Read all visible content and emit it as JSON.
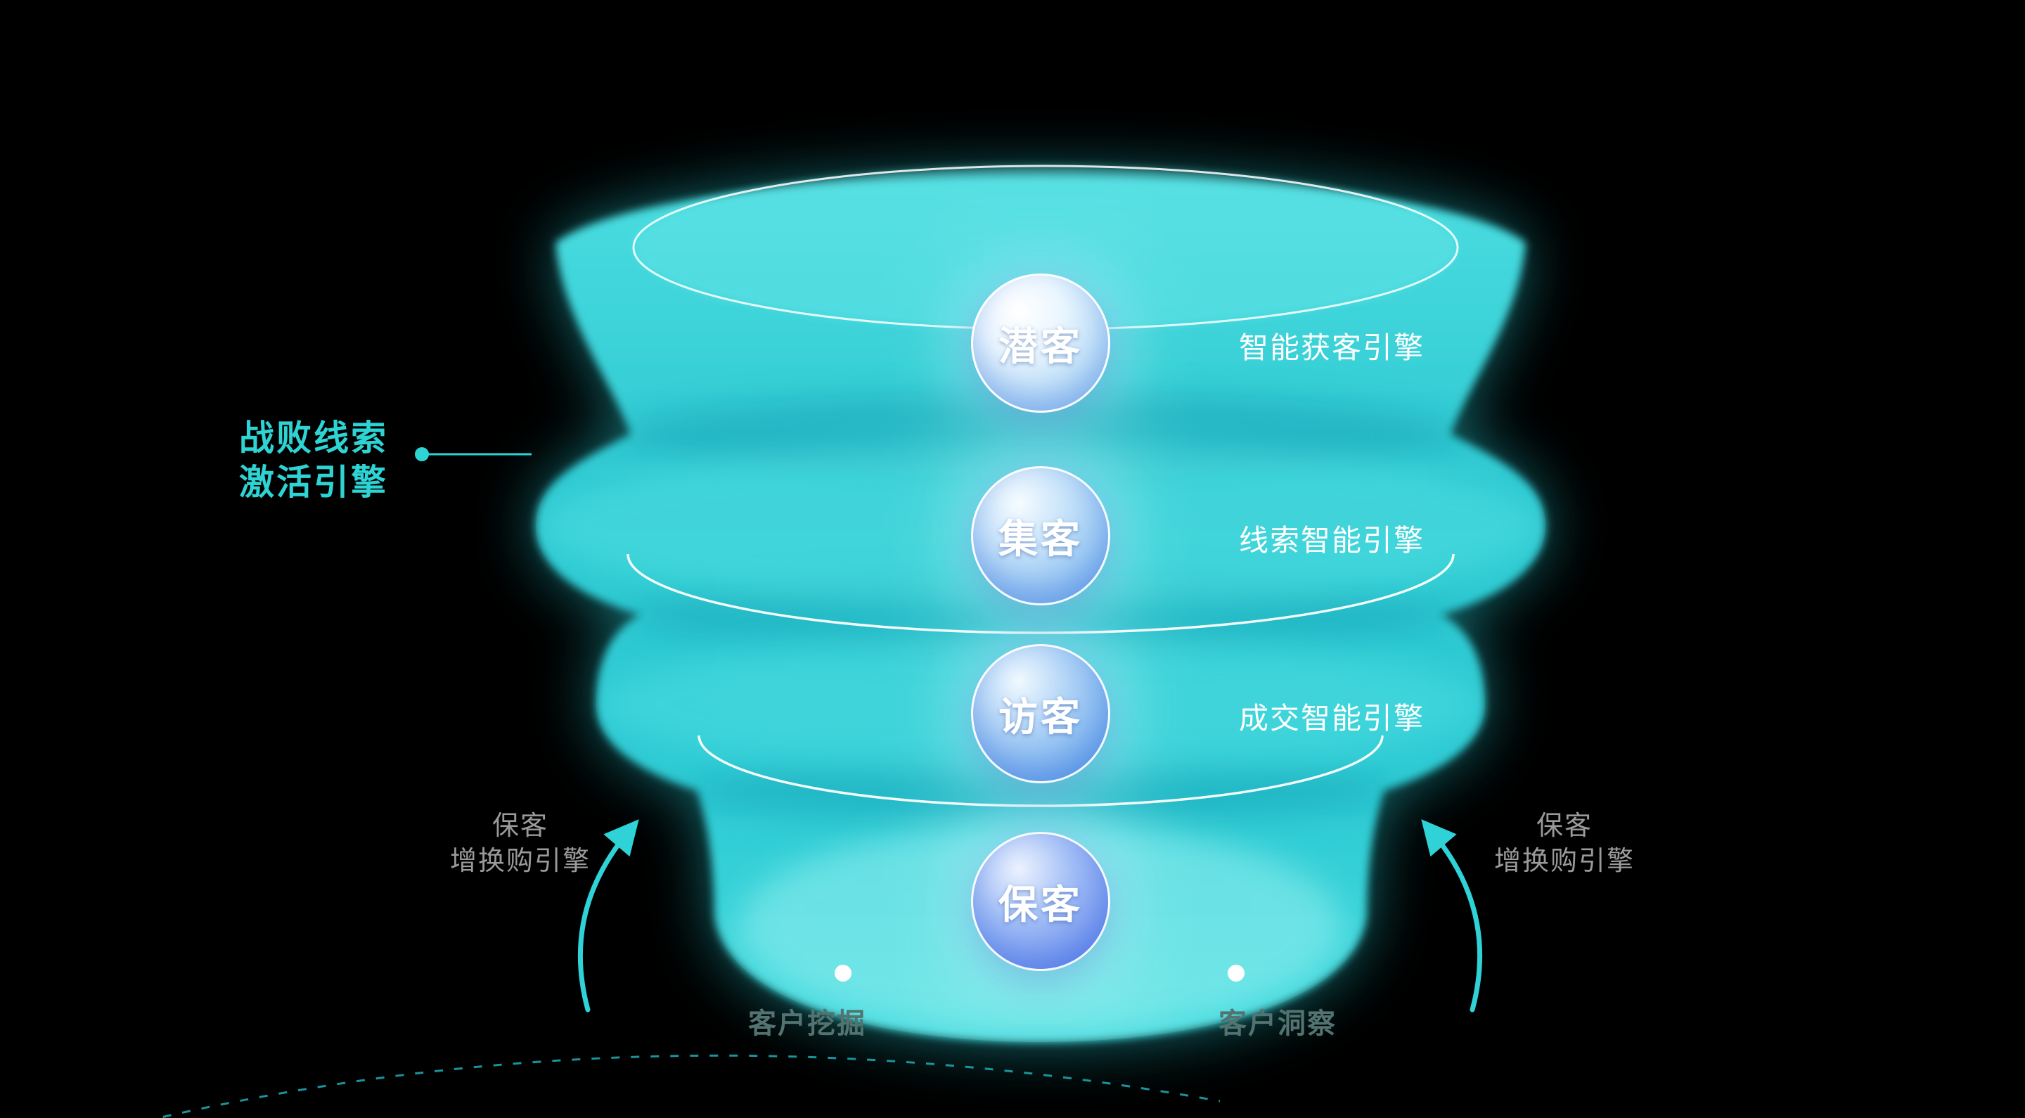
{
  "stages": [
    {
      "label": "潜客",
      "engine": "智能获客引擎"
    },
    {
      "label": "集客",
      "engine": "线索智能引擎"
    },
    {
      "label": "访客",
      "engine": "成交智能引擎"
    },
    {
      "label": "保客",
      "engine": ""
    }
  ],
  "left_callout": {
    "line1": "战败线索",
    "line2": "激活引擎"
  },
  "retention_labels": {
    "left": {
      "line1": "保客",
      "line2": "增换购引擎"
    },
    "right": {
      "line1": "保客",
      "line2": "增换购引擎"
    }
  },
  "bottom_labels": {
    "left": "客户挖掘",
    "right": "客户洞察"
  },
  "colors": {
    "background": "#000000",
    "funnel": "#2fcdd4",
    "accent": "#2ed3d3",
    "engine_label": "#ffffff",
    "side_label": "#9a9a9a",
    "bottom_label": "#537370",
    "badge_text": "#ffffff"
  }
}
